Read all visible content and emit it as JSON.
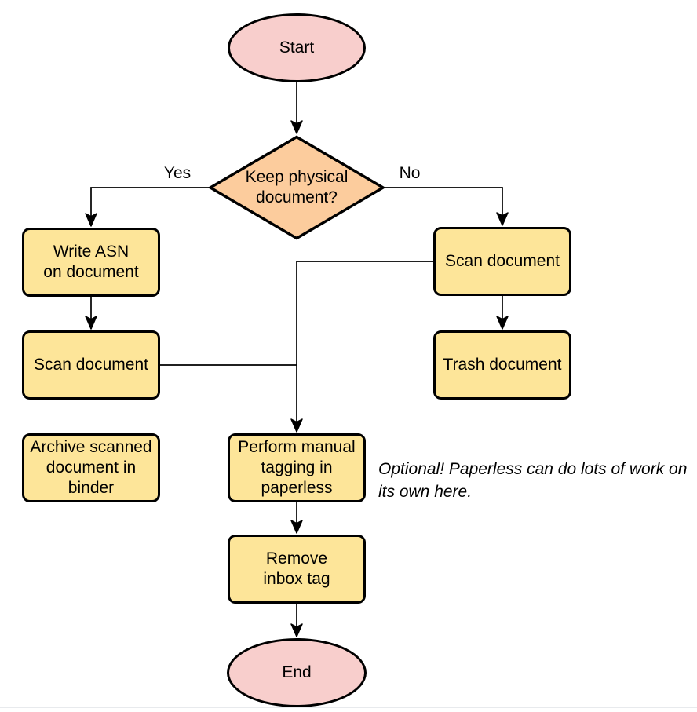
{
  "colors": {
    "background": "#ffffff",
    "text": "#000000",
    "terminator_fill": "#f8cecc",
    "decision_fill": "#fccc9d",
    "process_fill": "#fde599",
    "node_stroke": "#000000",
    "edge_stroke": "#000000",
    "page_border": "#e8eaed"
  },
  "nodes": {
    "start": {
      "type": "terminator",
      "label": "Start"
    },
    "decision": {
      "type": "decision",
      "label": "Keep physical\ndocument?"
    },
    "write_asn": {
      "type": "process",
      "label": "Write ASN\non document"
    },
    "scan_left": {
      "type": "process",
      "label": "Scan document"
    },
    "archive": {
      "type": "process",
      "label": "Archive scanned\ndocument in\nbinder"
    },
    "scan_right": {
      "type": "process",
      "label": "Scan document"
    },
    "trash": {
      "type": "process",
      "label": "Trash document"
    },
    "tagging": {
      "type": "process",
      "label": "Perform manual\ntagging in\npaperless"
    },
    "remove_inbox": {
      "type": "process",
      "label": "Remove\ninbox tag"
    },
    "end": {
      "type": "terminator",
      "label": "End"
    }
  },
  "edge_labels": {
    "yes": "Yes",
    "no": "No"
  },
  "annotation": {
    "text": "Optional! Paperless can do lots of work on\nits own here."
  }
}
